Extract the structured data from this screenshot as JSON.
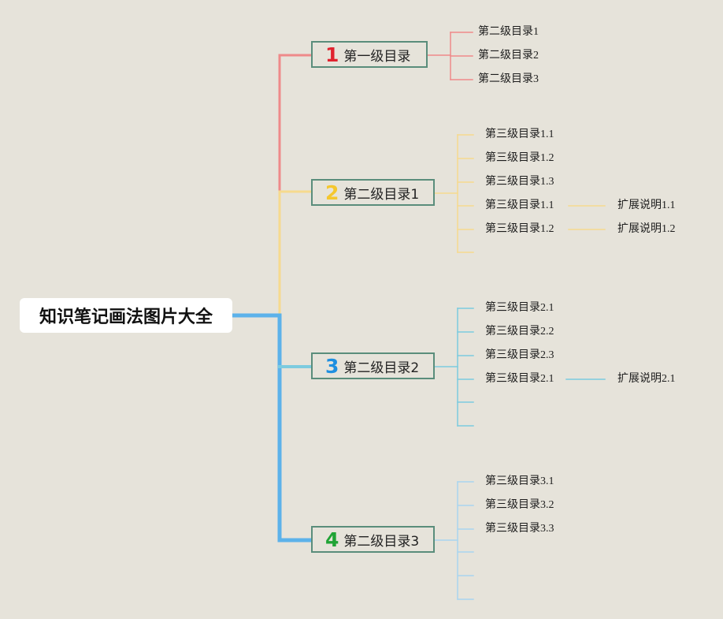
{
  "root": {
    "label": "知识笔记画法图片大全"
  },
  "colors": {
    "red": "#ef8a8a",
    "yellow": "#f6da8e",
    "blue": "#5cb2ea",
    "teal": "#7ccbdf",
    "lightblue": "#a9d5ef",
    "box_border": "#5a8d7b"
  },
  "branches": [
    {
      "number": "1",
      "label": "第一级目录",
      "number_color": "#e0232f",
      "children": [
        {
          "label": "第二级目录1",
          "note": ""
        },
        {
          "label": "第二级目录2",
          "note": ""
        },
        {
          "label": "第二级目录3",
          "note": ""
        }
      ]
    },
    {
      "number": "2",
      "label": "第二级目录1",
      "number_color": "#f5c72e",
      "children": [
        {
          "label": "第三级目录1.1",
          "note": ""
        },
        {
          "label": "第三级目录1.2",
          "note": ""
        },
        {
          "label": "第三级目录1.3",
          "note": ""
        },
        {
          "label": "第三级目录1.1",
          "note": "扩展说明1.1"
        },
        {
          "label": "第三级目录1.2",
          "note": "扩展说明1.2"
        },
        {
          "label": "",
          "note": ""
        }
      ]
    },
    {
      "number": "3",
      "label": "第二级目录2",
      "number_color": "#1e8fe0",
      "children": [
        {
          "label": "第三级目录2.1",
          "note": ""
        },
        {
          "label": "第三级目录2.2",
          "note": ""
        },
        {
          "label": "第三级目录2.3",
          "note": ""
        },
        {
          "label": "第三级目录2.1",
          "note": "扩展说明2.1"
        },
        {
          "label": "",
          "note": ""
        },
        {
          "label": "",
          "note": ""
        }
      ]
    },
    {
      "number": "4",
      "label": "第二级目录3",
      "number_color": "#20a335",
      "children": [
        {
          "label": "第三级目录3.1",
          "note": ""
        },
        {
          "label": "第三级目录3.2",
          "note": ""
        },
        {
          "label": "第三级目录3.3",
          "note": ""
        },
        {
          "label": "",
          "note": ""
        },
        {
          "label": "",
          "note": ""
        },
        {
          "label": "",
          "note": ""
        }
      ]
    }
  ]
}
